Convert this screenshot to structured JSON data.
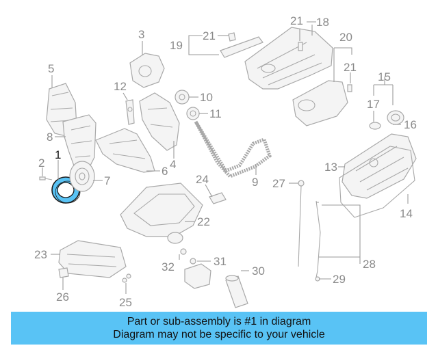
{
  "callouts": {
    "c1": "1",
    "c2": "2",
    "c3": "3",
    "c4": "4",
    "c5": "5",
    "c6": "6",
    "c7": "7",
    "c8": "8",
    "c9": "9",
    "c10": "10",
    "c11": "11",
    "c12": "12",
    "c13": "13",
    "c14": "14",
    "c15": "15",
    "c16": "16",
    "c17": "17",
    "c18": "18",
    "c19": "19",
    "c20": "20",
    "c21a": "21",
    "c21b": "21",
    "c21c": "21",
    "c22": "22",
    "c23": "23",
    "c24": "24",
    "c25": "25",
    "c26": "26",
    "c27": "27",
    "c28": "28",
    "c29": "29",
    "c30": "30",
    "c31": "31",
    "c32": "32"
  },
  "highlight_color": "#59c3f5",
  "banner": {
    "line1": "Part or sub-assembly is #1 in diagram",
    "line2": "Diagram may not be specific to your vehicle"
  }
}
